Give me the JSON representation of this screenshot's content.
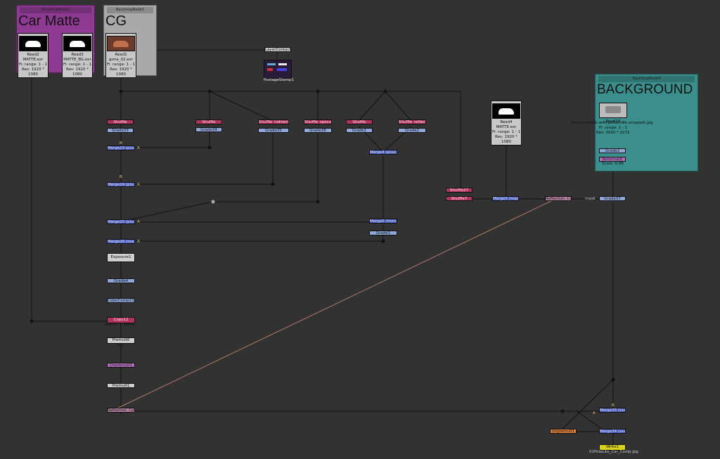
{
  "backdrops": {
    "car_matte": {
      "name": "BackdropNode1",
      "label": "Car Matte",
      "color": "#8e3a92"
    },
    "cg": {
      "name": "BackdropNode3",
      "label": "CG",
      "color": "#a9a9a9"
    },
    "background": {
      "name": "BackdropNode4",
      "label": "BACKGROUND",
      "color": "#3a8e8c"
    }
  },
  "reads": {
    "read2": {
      "title": "Read2",
      "file": "MATTE.exr",
      "range": "Fr. range: 1 - 1",
      "res": "Res: 1920 * 1080"
    },
    "read3": {
      "title": "Read3",
      "file": "MATTE_BG.exr",
      "range": "Fr. range: 1 - 1",
      "res": "Res: 1920 * 1080"
    },
    "read1": {
      "title": "Read1",
      "file": "gona_02.exr",
      "range": "Fr. range: 1 - 1",
      "res": "Res: 1920 * 1080"
    },
    "read4": {
      "title": "Read4",
      "file": "MATTE.exr",
      "range": "Fr. range: 1 - 1",
      "res": "Res: 1920 * 1080"
    },
    "read18": {
      "title": "Read18",
      "file": "tommy-krook-w4fFjzzRkmNk-unsplash.jpg",
      "range": "Fr. range: 1 - 1",
      "res": "Res: 3000 * 2172"
    }
  },
  "nodes": {
    "layer_contact_sheet": "LayerContactSheet1",
    "postage_stamp": "PostageStamp1",
    "shuffle_a": "Shuffle",
    "grade33": "Grade33",
    "shuffle_b": "Shuffle",
    "grade34": "Grade34",
    "shuffle_c": "Shuffle_indirect",
    "grade35": "Grade35",
    "shuffle_d": "Shuffle_specular",
    "grade36": "Grade36",
    "shuffle_e": "Shuffle",
    "grade1": "Grade1",
    "shuffle_f": "Shuffle_reflect",
    "grade2_left": "Grade2",
    "merge23": "Merge23 (plus)",
    "merge24": "Merge24 (plus)",
    "merge25": "Merge25 (plus)",
    "merge26": "Merge26 (over)",
    "merge_mid": "Merge4 (plus)",
    "merge_from": "Merge5 (from)",
    "grade_mid": "Grade1",
    "exposure": "Exposure1",
    "grade4": "Grade4",
    "color_correct": "ColorCorrect1",
    "copy": "Copy12",
    "copy_sub": "(alpha -> alpha)",
    "premult6": "Premult6",
    "premult6_sub": "(all)",
    "unpremult": "Unpremult1",
    "premult_low": "Premult1",
    "reflection_low": "Reflection_Car",
    "shuffle27": "Shuffle27",
    "shuffle_r": "Shuffle7",
    "merge_mask": "Merge3 (mask)",
    "reflection_car": "Reflection_Car",
    "mask_label": "mask",
    "grade37": "Grade37",
    "grade2_bg": "Grade2",
    "reformat": "Reformat6",
    "reformat_sub": "Scale: 0.98",
    "merge_over": "Merge35 (over)",
    "unpremult_low": "Unpremult1",
    "merge_final": "Merge34 (over)",
    "write": "Write1",
    "write_sub": "01PolaLite_Car_Comp.jpg",
    "label_a": "A",
    "label_b": "B"
  },
  "colors": {
    "background": "#323232",
    "grade": "#8ea6d8",
    "merge": "#4d5fbf",
    "shuffle": "#b0345e",
    "write": "#d8d21b"
  }
}
